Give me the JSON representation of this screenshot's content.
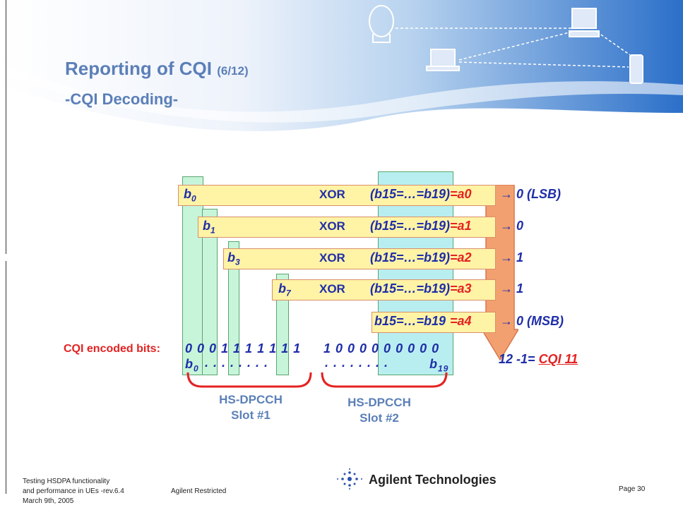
{
  "header": {
    "title": "Reporting of CQI",
    "title_num": "(6/12)",
    "subtitle": "-CQI Decoding-"
  },
  "rows": [
    {
      "b": "b",
      "b_sub": "0",
      "xor": "XOR",
      "eq": "(b15=…=b19)",
      "a": "=a0",
      "result": "0 (LSB)"
    },
    {
      "b": "b",
      "b_sub": "1",
      "xor": "XOR",
      "eq": "(b15=…=b19)",
      "a": "=a1",
      "result": "0"
    },
    {
      "b": "b",
      "b_sub": "3",
      "xor": "XOR",
      "eq": "(b15=…=b19)",
      "a": "=a2",
      "result": "1"
    },
    {
      "b": "b",
      "b_sub": "7",
      "xor": "XOR",
      "eq": "(b15=…=b19)",
      "a": "=a3",
      "result": "1"
    },
    {
      "b": "",
      "b_sub": "",
      "xor": "",
      "eq": "b15=…=b19",
      "a": "=a4",
      "result": "0 (MSB)"
    }
  ],
  "encoded": {
    "label": "CQI encoded bits:",
    "bits_slot1": "0 0 0 1 1 1 1 1 1 1",
    "bits_slot2": "1 0 0 0 0 0 0 0 0 0",
    "index_start": "b0",
    "index_end": "b19",
    "dots1": ". . . . . . . .",
    "dots2": ". . . . . . . ."
  },
  "result_text": "12 -1=",
  "result_cqi": "CQI 11",
  "slots": [
    {
      "line1": "HS-DPCCH",
      "line2": "Slot #1"
    },
    {
      "line1": "HS-DPCCH",
      "line2": "Slot #2"
    }
  ],
  "footer": {
    "left1": "Testing HSDPA functionality",
    "left2": "and performance in UEs -rev.6.4",
    "left3": "March 9th, 2005",
    "restricted": "Agilent Restricted",
    "brand": "Agilent Technologies",
    "page": "Page 30"
  },
  "colors": {
    "title": "#5b7fb8",
    "bits": "#1f2ea8",
    "accent": "#e42222",
    "box": "#fff3a6",
    "arrow": "#f2a070"
  }
}
